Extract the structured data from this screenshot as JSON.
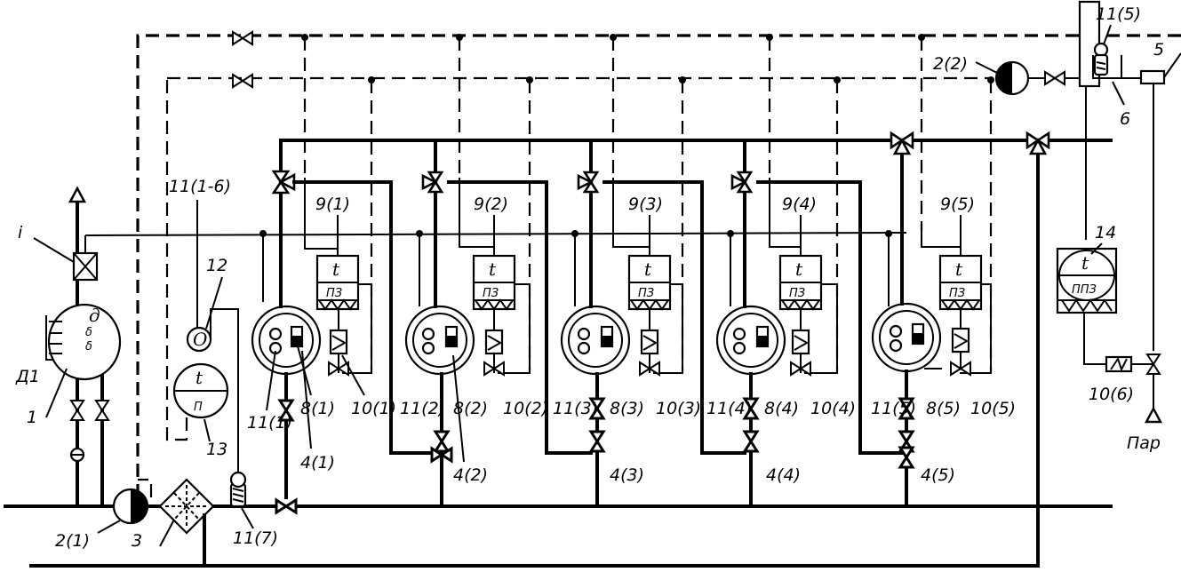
{
  "labels": {
    "l1": "1",
    "l2_1": "2(1)",
    "l2_2": "2(2)",
    "l3": "3",
    "l4_1": "4(1)",
    "l4_2": "4(2)",
    "l4_3": "4(3)",
    "l4_4": "4(4)",
    "l4_5": "4(5)",
    "l5": "5",
    "l6": "6",
    "l8_1": "8(1)",
    "l8_2": "8(2)",
    "l8_3": "8(3)",
    "l8_4": "8(4)",
    "l8_5": "8(5)",
    "l9_1": "9(1)",
    "l9_2": "9(2)",
    "l9_3": "9(3)",
    "l9_4": "9(4)",
    "l9_5": "9(5)",
    "l10_1": "10(1)",
    "l10_2": "10(2)",
    "l10_3": "10(3)",
    "l10_4": "10(4)",
    "l10_5": "10(5)",
    "l10_6": "10(6)",
    "l11_1": "11(1)",
    "l11_2": "11(2)",
    "l11_3": "11(3)",
    "l11_4": "11(4)",
    "l11_5": "11(5)",
    "l11_5top": "11(5)",
    "l11_7": "11(7)",
    "l11_16": "11(1-6)",
    "l12": "12",
    "l13": "13",
    "l14": "14",
    "ld1": "Д1",
    "li": "i",
    "lpar": "Пар"
  },
  "symbols": {
    "t": "t",
    "pz": "ПЗ",
    "p": "П",
    "ppz": "ППЗ",
    "d": "д",
    "o": "О"
  }
}
